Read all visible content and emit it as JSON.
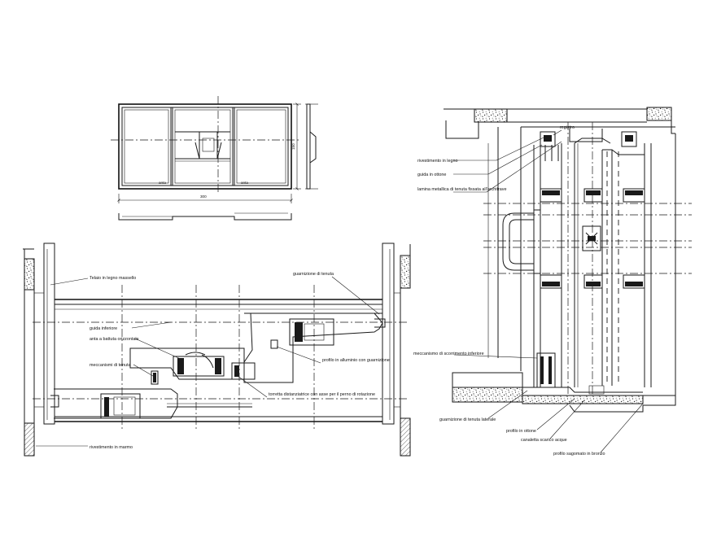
{
  "labels": {
    "telaio_legno": "Telaio in legno massello",
    "guida_inferiore": "guida inferiore",
    "anta_battuta": "anta a battuta orizzontale",
    "meccanismo_tenuta": "meccanismi di tenuta",
    "rivestimento_marmo": "rivestimento in marmo",
    "guarnizione_tenuta": "guarnizione di tenuta",
    "profilo_alluminio": "profilo in alluminio con guarnizione",
    "torretta": "torretta distanziatrice con asse per il perno di rotazione",
    "rivestimento_legno": "rivestimento in legno",
    "guida_ottone": "guida in ottone",
    "lamina_metallica": "lamina metallica di tenuta fissata all'architrave",
    "meccanismo_scorrimento": "meccanismo di scorrimento inferiore",
    "guarnizione_tenuta_laterale": "guarnizione di tenuta laterale",
    "profilo_ottone": "profilo in ottone",
    "canaletta": "canaletta scarico acque",
    "profilo_sagomato": "profilo sagomato in bronzo",
    "registro": "registro"
  },
  "dimensions": {
    "width": "300",
    "height": "150",
    "left_tag": "anta",
    "right_tag": "anta"
  }
}
